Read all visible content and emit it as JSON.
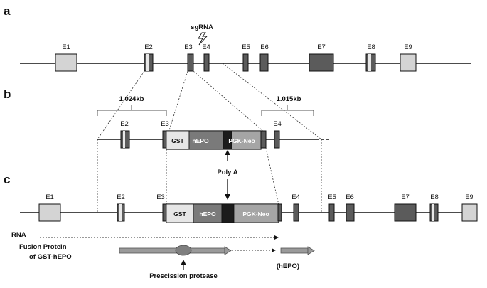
{
  "panels": {
    "a": "a",
    "b": "b",
    "c": "c"
  },
  "exons": {
    "e1": "E1",
    "e2": "E2",
    "e3": "E3",
    "e4": "E4",
    "e5": "E5",
    "e6": "E6",
    "e7": "E7",
    "e8": "E8",
    "e9": "E9"
  },
  "sgrna": "sgRNA",
  "homology": {
    "left": "1.024kb",
    "right": "1.015kb"
  },
  "cassette": {
    "gst": "GST",
    "hepo": "hEPO",
    "pgk_neo": "PGK-Neo"
  },
  "poly_a": "Poly A",
  "rna": "RNA",
  "fusion_line1": "Fusion  Protein",
  "fusion_line2": "of GST-hEPO",
  "protease": "Prescission protease",
  "hepo_product": "(hEPO)",
  "colors": {
    "exon_light": "#d4d4d4",
    "exon_dark": "#5b5b5b",
    "gst": "#e6e6e6",
    "hepo": "#7a7a7a",
    "poly_a": "#1c1c1c",
    "pgk_neo": "#a5a5a5",
    "line": "#111111"
  },
  "icons": {
    "lightning": "lightning-bolt-icon"
  }
}
